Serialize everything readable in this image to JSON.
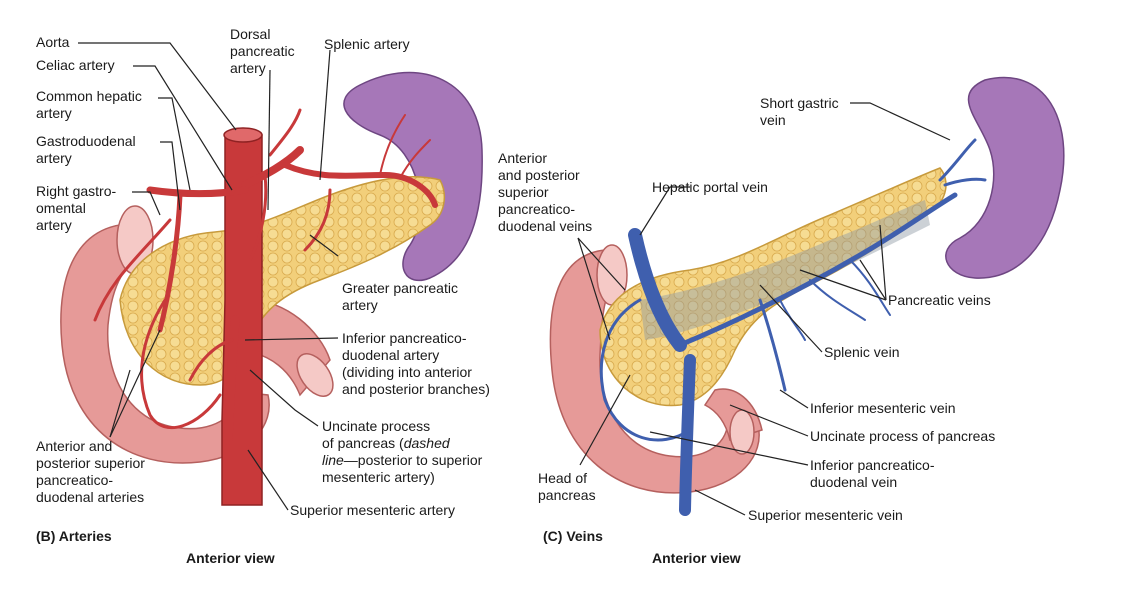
{
  "arteries_panel": {
    "caption": "(B) Arteries",
    "view": "Anterior view",
    "labels": {
      "aorta": "Aorta",
      "celiac": "Celiac artery",
      "common_hepatic": "Common hepatic\nartery",
      "gastroduodenal": "Gastroduodenal\nartery",
      "right_gastro_omental": "Right gastro-\nomental\nartery",
      "dorsal_pancreatic": "Dorsal\npancreatic\nartery",
      "splenic_artery": "Splenic artery",
      "greater_pancreatic": "Greater pancreatic\nartery",
      "inferior_pd_artery": "Inferior pancreatico-\nduodenal artery\n(dividing into anterior\nand posterior branches)",
      "uncinate_a_line1": "Uncinate process",
      "uncinate_a_line2_pre": "of pancreas (",
      "uncinate_a_line2_em": "dashed",
      "uncinate_a_line3_em": "line",
      "uncinate_a_line3_post": "—posterior to superior",
      "uncinate_a_line4": "mesenteric artery)",
      "ant_post_sup_pd_arteries": "Anterior and\nposterior superior\npancreatico-\nduodenal arteries",
      "sup_mesenteric_artery": "Superior mesenteric artery"
    }
  },
  "veins_panel": {
    "caption": "(C) Veins",
    "view": "Anterior view",
    "labels": {
      "ant_post_sup_pd_veins": "Anterior\nand posterior\nsuperior\npancreatico-\nduodenal veins",
      "hepatic_portal": "Hepatic portal vein",
      "short_gastric": "Short gastric\nvein",
      "pancreatic_veins": "Pancreatic veins",
      "splenic_vein": "Splenic vein",
      "inf_mesenteric_vein": "Inferior mesenteric vein",
      "uncinate_v": "Uncinate process of pancreas",
      "inf_pd_vein": "Inferior pancreatico-\nduodenal vein",
      "sup_mesenteric_vein": "Superior mesenteric vein",
      "head_of_pancreas": "Head of\npancreas"
    }
  },
  "colors": {
    "artery": "#c8393a",
    "vein": "#3f5fae",
    "pancreas": "#f2cf7a",
    "duodenum": "#e69a98",
    "spleen": "#a677b8",
    "text": "#1a1a1a"
  }
}
